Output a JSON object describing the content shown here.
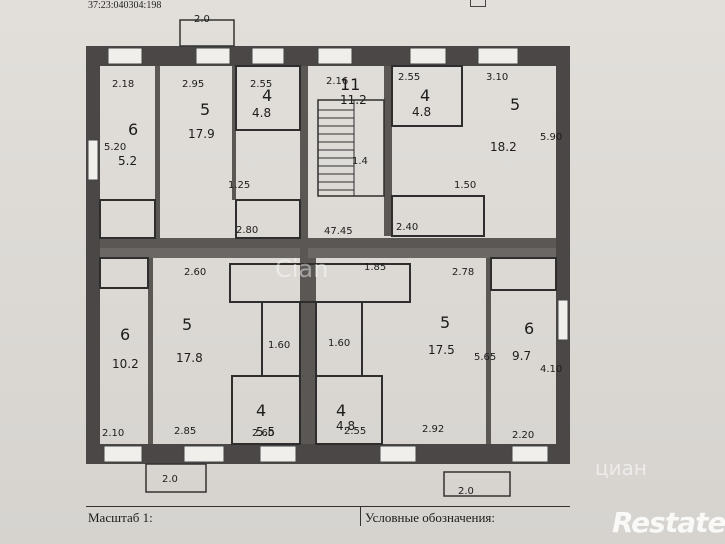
{
  "document": {
    "cadastral_number": "37:23:040304:198",
    "scale_label": "Масштаб 1:",
    "legend_label": "Условные обозначения:",
    "watermark": "Restate",
    "watermark_center": "Cian",
    "watermark_corner": "циан"
  },
  "rooms": [
    {
      "id": "room-6-top-left",
      "number": "6",
      "area": "5.2"
    },
    {
      "id": "room-5-top-left",
      "number": "5",
      "area": "17.9"
    },
    {
      "id": "room-4-top",
      "number": "4",
      "area": "4.8"
    },
    {
      "id": "room-stair-top",
      "number": "11",
      "area": "11.2"
    },
    {
      "id": "room-4-top-right",
      "number": "4",
      "area": "4.8"
    },
    {
      "id": "room-5-top-right",
      "number": "5",
      "area": "18.2"
    },
    {
      "id": "room-6-bottom-left",
      "number": "6",
      "area": "10.2"
    },
    {
      "id": "room-5-bottom-left",
      "number": "5",
      "area": "17.8"
    },
    {
      "id": "room-5-bottom-right",
      "number": "5",
      "area": "17.5"
    },
    {
      "id": "room-6-bottom-right",
      "number": "6",
      "area": "9.7"
    },
    {
      "id": "room-4-bottom-left",
      "number": "4",
      "area": "5.5"
    },
    {
      "id": "room-4-bottom-right",
      "number": "4",
      "area": "4.8"
    }
  ],
  "dims": {
    "d1": "2.18",
    "d2": "2.95",
    "d3": "2.55",
    "d4": "2.16",
    "d5": "2.55",
    "d6": "3.10",
    "d7": "2.80",
    "d8": "2.40",
    "d9": "2.60",
    "d10": "2.78",
    "d11": "2.10",
    "d12": "2.85",
    "d13": "2.92",
    "d14": "2.20",
    "d15": "2.60",
    "d16": "2.55",
    "d17": "1.60",
    "d18": "1.60",
    "d19": "2.0",
    "d20": "2.0",
    "d21": "1.25",
    "d22": "1.50",
    "d23": "5.20",
    "d24": "5.90",
    "d25": "5.65",
    "d26": "4.10",
    "d27": "1.4",
    "d28": "47.45",
    "d29": "1.85",
    "d30": "2.0"
  }
}
